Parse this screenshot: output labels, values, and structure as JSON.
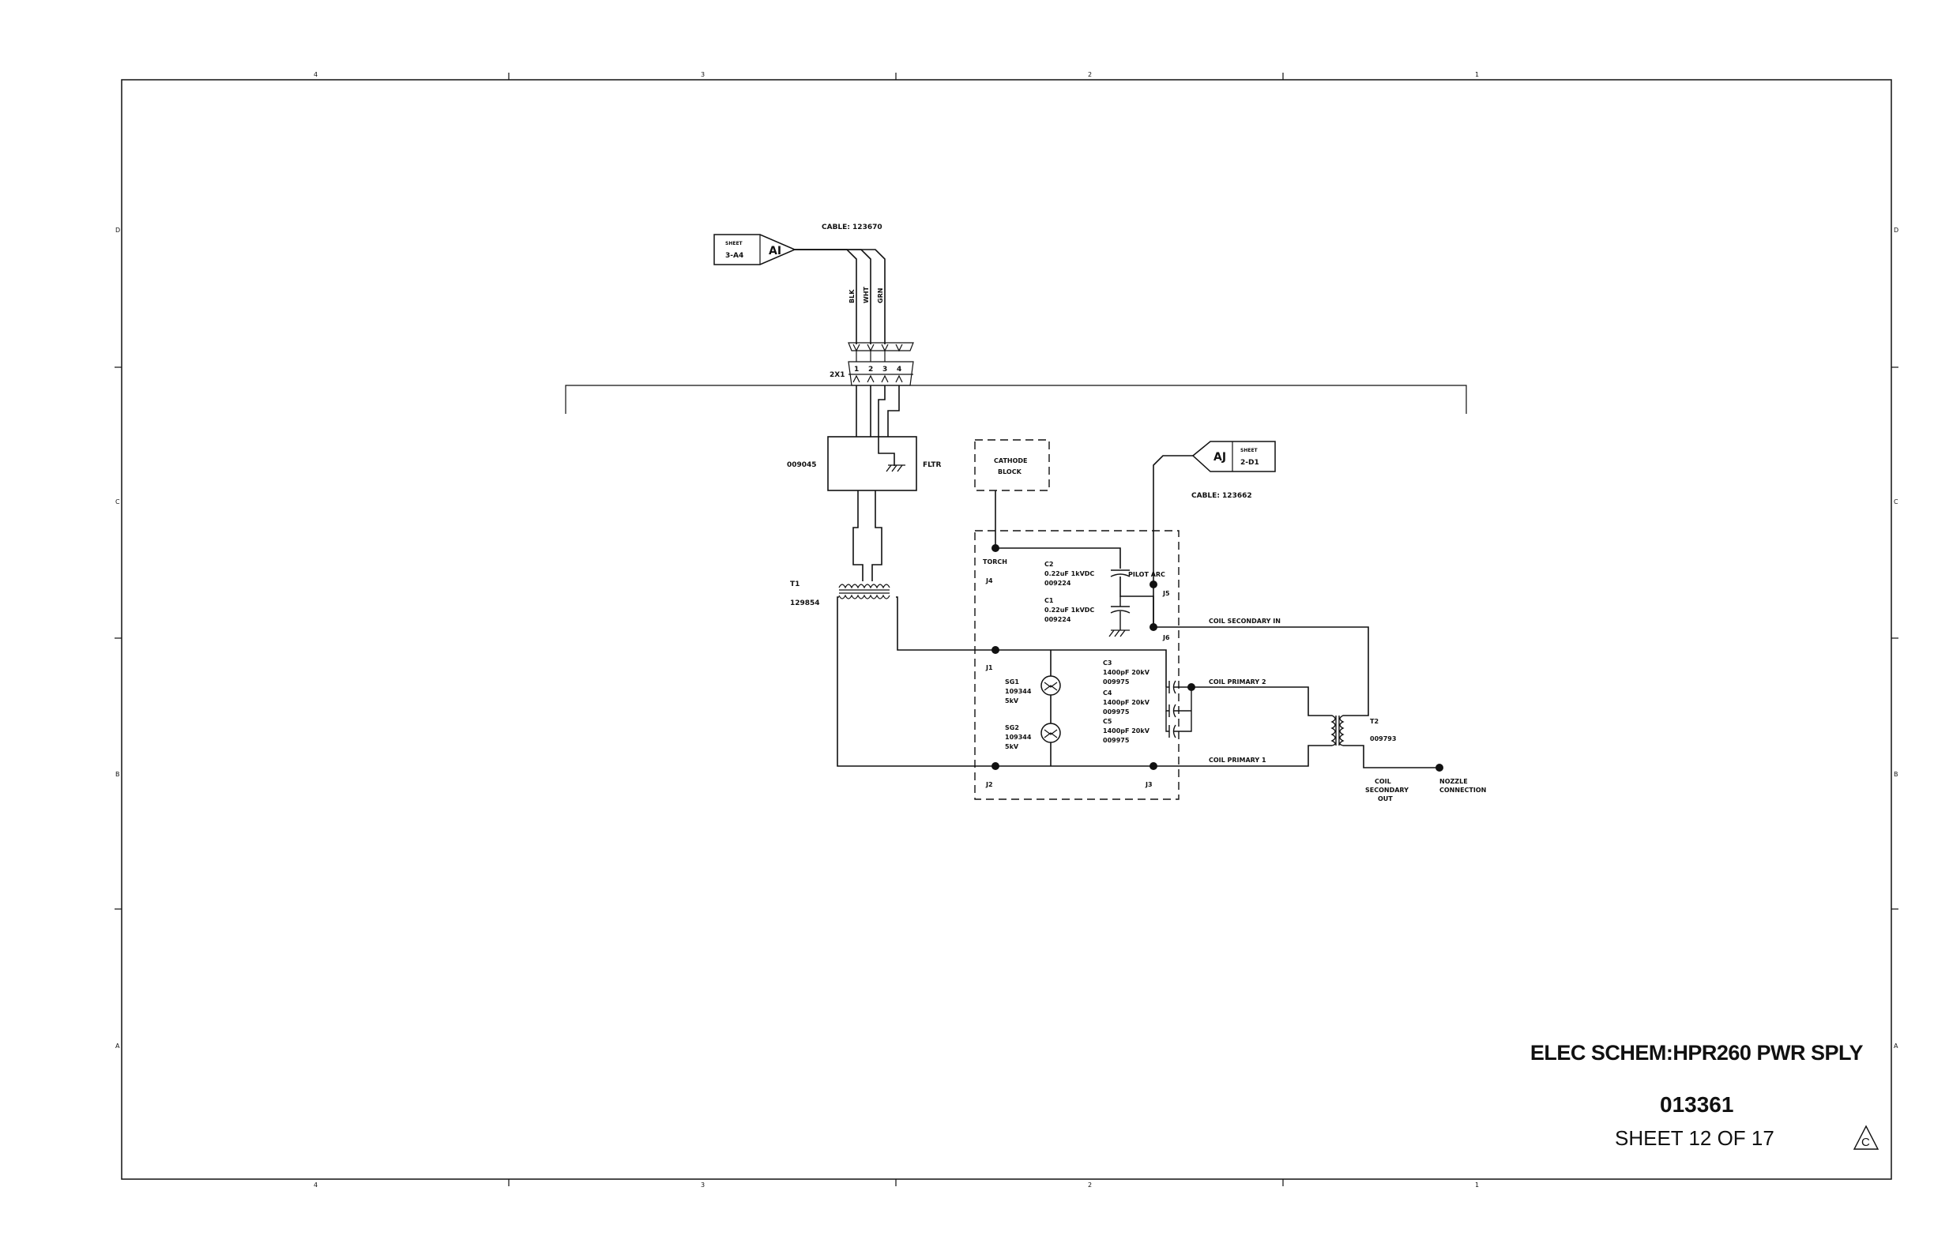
{
  "drawing": {
    "title": "ELEC SCHEM:HPR260 PWR SPLY",
    "number": "013361",
    "sheet": "SHEET 12 OF 17",
    "revision_mark": "C"
  },
  "zones": {
    "columns": [
      "4",
      "3",
      "2",
      "1"
    ],
    "rows": [
      "D",
      "C",
      "B",
      "A"
    ]
  },
  "offsheet": {
    "ai": {
      "sheet_word": "SHEET",
      "sheet_ref": "3-A4",
      "tag": "AI"
    },
    "aj": {
      "sheet_word": "SHEET",
      "sheet_ref": "2-D1",
      "tag": "AJ"
    }
  },
  "cables": {
    "top": "CABLE: 123670",
    "right": "CABLE: 123662"
  },
  "wires": {
    "blk": "BLK",
    "wht": "WHT",
    "grn": "GRN"
  },
  "connector_2x1": {
    "label": "2X1",
    "pins": [
      "1",
      "2",
      "3",
      "4"
    ]
  },
  "filter": {
    "part": "009045",
    "label": "FLTR"
  },
  "transformer_t1": {
    "ref": "T1",
    "part": "129854"
  },
  "cathode_block": {
    "line1": "CATHODE",
    "line2": "BLOCK"
  },
  "jacks": {
    "torch": "TORCH",
    "j4": "J4",
    "pilot_arc": "PILOT ARC",
    "j5": "J5",
    "j6": "J6",
    "j1": "J1",
    "j2": "J2",
    "j3": "J3"
  },
  "capacitors": {
    "c2": {
      "ref": "C2",
      "value": "0.22uF 1kVDC",
      "part": "009224"
    },
    "c1": {
      "ref": "C1",
      "value": "0.22uF 1kVDC",
      "part": "009224"
    },
    "c3": {
      "ref": "C3",
      "value": "1400pF 20kV",
      "part": "009975"
    },
    "c4": {
      "ref": "C4",
      "value": "1400pF 20kV",
      "part": "009975"
    },
    "c5": {
      "ref": "C5",
      "value": "1400pF 20kV",
      "part": "009975"
    }
  },
  "spark_gaps": {
    "sg1": {
      "ref": "SG1",
      "part": "109344",
      "rating": "5kV"
    },
    "sg2": {
      "ref": "SG2",
      "part": "109344",
      "rating": "5kV"
    }
  },
  "coil": {
    "secondary_in": "COIL SECONDARY IN",
    "primary_2": "COIL PRIMARY 2",
    "primary_1": "COIL PRIMARY 1",
    "secondary_out_1": "COIL",
    "secondary_out_2": "SECONDARY",
    "secondary_out_3": "OUT"
  },
  "transformer_t2": {
    "ref": "T2",
    "part": "009793"
  },
  "nozzle": {
    "line1": "NOZZLE",
    "line2": "CONNECTION"
  }
}
